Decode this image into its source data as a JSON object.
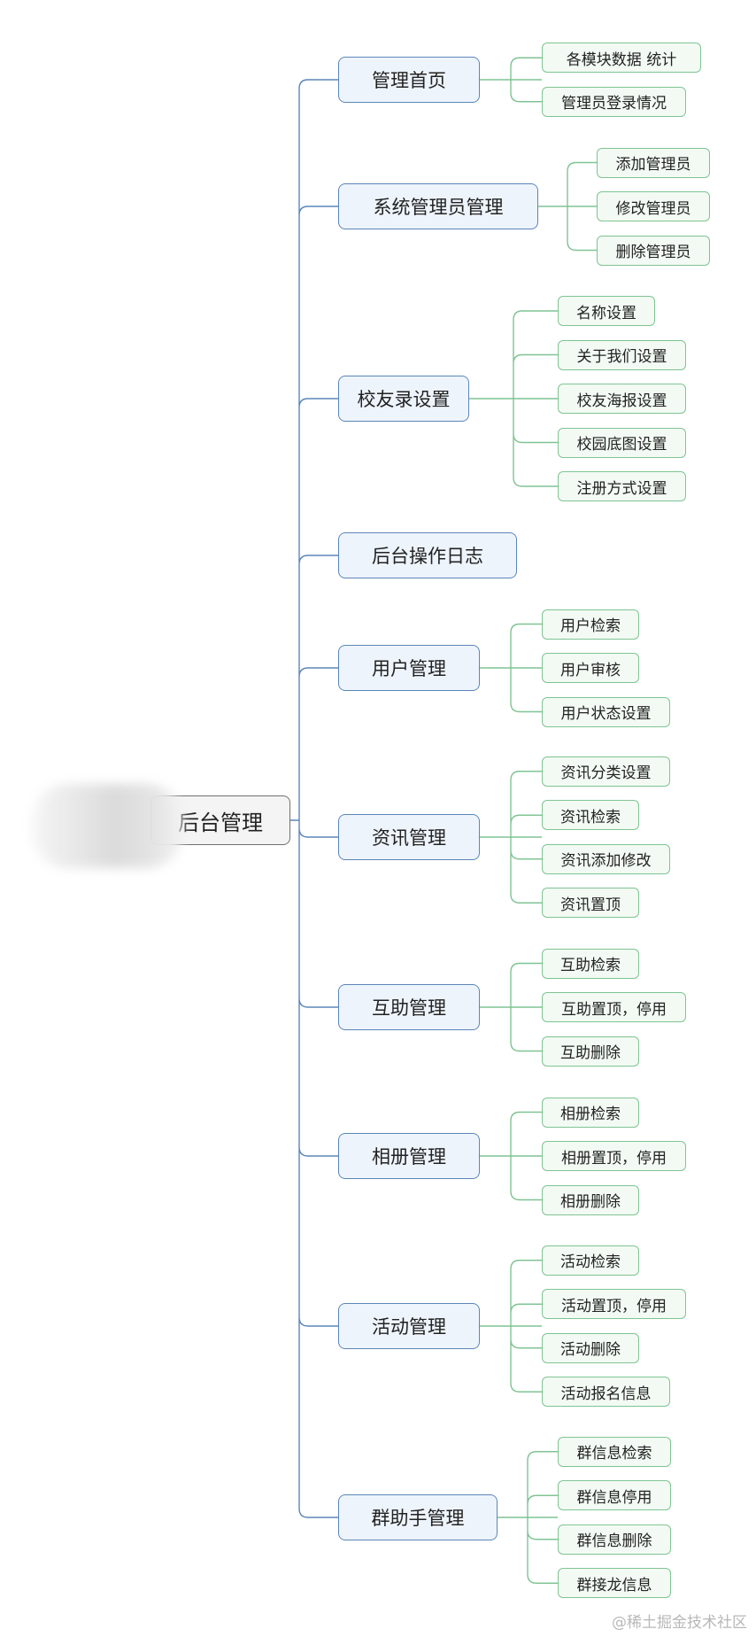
{
  "root": {
    "label": "后台管理"
  },
  "branches": [
    {
      "label": "管理首页",
      "children": [
        "各模块数据 统计",
        "管理员登录情况"
      ]
    },
    {
      "label": "系统管理员管理",
      "children": [
        "添加管理员",
        "修改管理员",
        "删除管理员"
      ]
    },
    {
      "label": "校友录设置",
      "children": [
        "名称设置",
        "关于我们设置",
        "校友海报设置",
        "校园底图设置",
        "注册方式设置"
      ]
    },
    {
      "label": "后台操作日志",
      "children": []
    },
    {
      "label": "用户管理",
      "children": [
        "用户检索",
        "用户审核",
        "用户状态设置"
      ]
    },
    {
      "label": "资讯管理",
      "children": [
        "资讯分类设置",
        "资讯检索",
        "资讯添加修改",
        "资讯置顶"
      ]
    },
    {
      "label": "互助管理",
      "children": [
        "互助检索",
        "互助置顶，停用",
        "互助删除"
      ]
    },
    {
      "label": "相册管理",
      "children": [
        "相册检索",
        "相册置顶，停用",
        "相册删除"
      ]
    },
    {
      "label": "活动管理",
      "children": [
        "活动检索",
        "活动置顶，停用",
        "活动删除",
        "活动报名信息"
      ]
    },
    {
      "label": "群助手管理",
      "children": [
        "群信息检索",
        "群信息停用",
        "群信息删除",
        "群接龙信息"
      ]
    }
  ],
  "watermark": "@稀土掘金技术社区",
  "colors": {
    "branch_connector": "#5b86b8",
    "leaf_connector": "#7fc493"
  }
}
